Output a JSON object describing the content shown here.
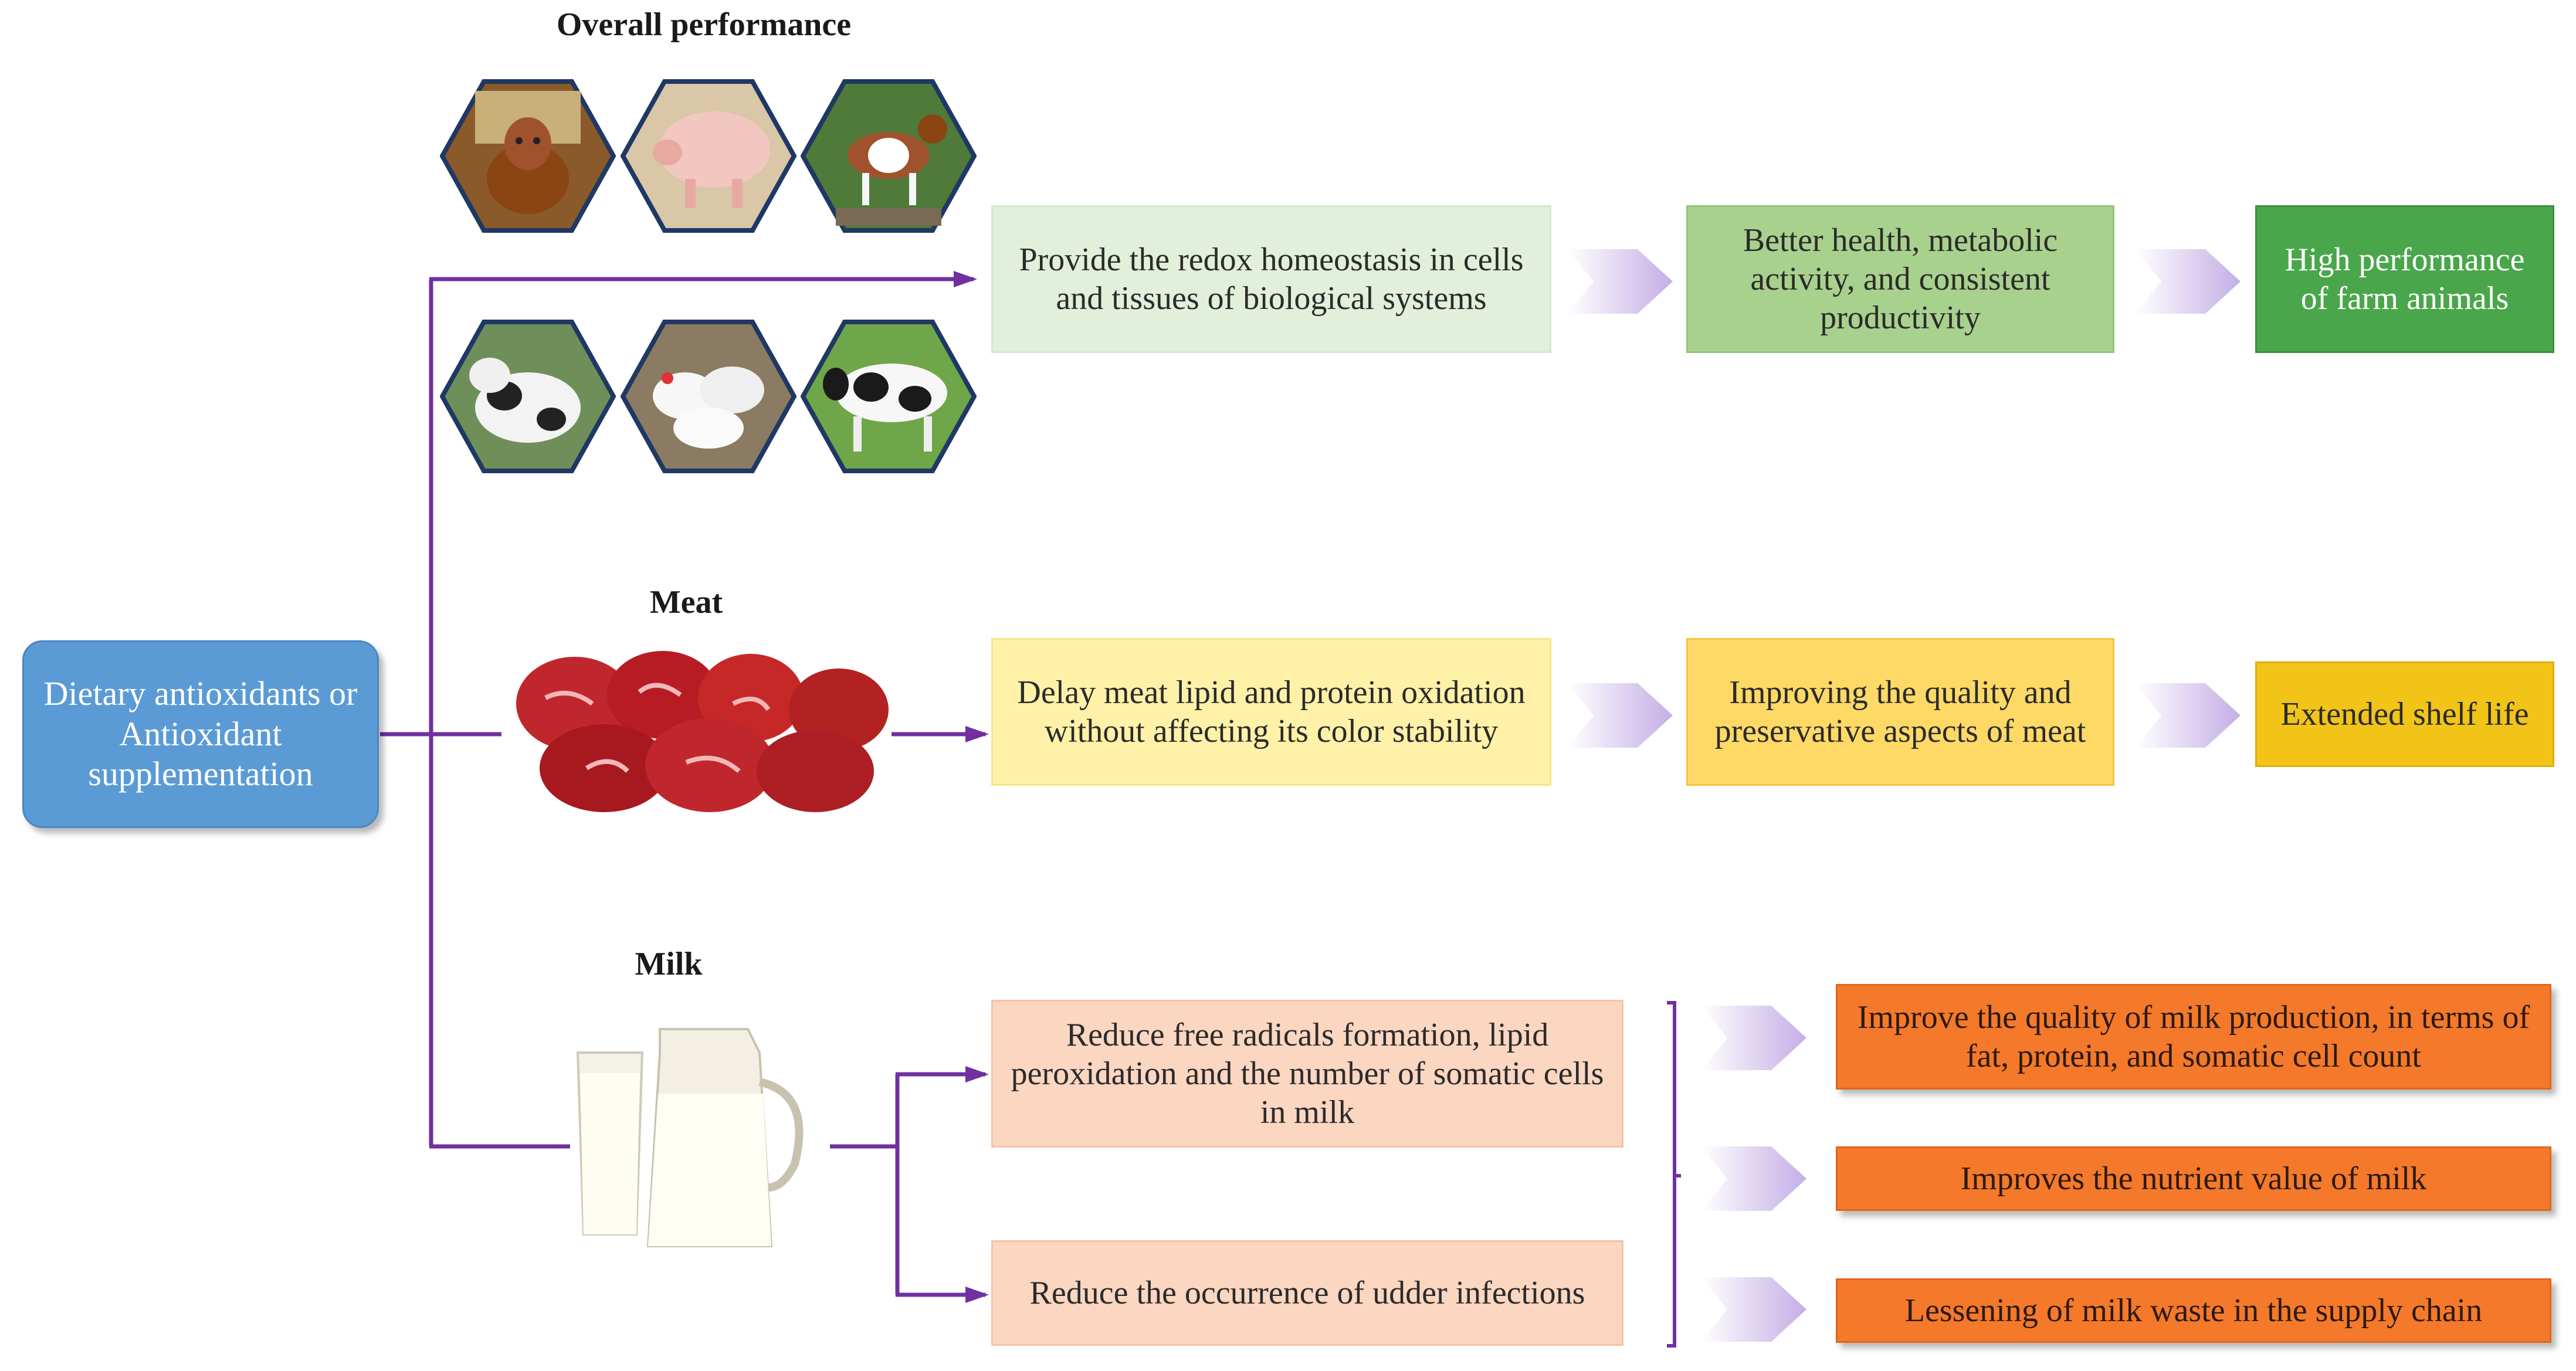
{
  "source": {
    "label": "Dietary antioxidants or Antioxidant supplementation",
    "color": "#5b9bd5"
  },
  "sections": {
    "overall": {
      "heading": "Overall performance",
      "animals": [
        "cow-icon",
        "pig-icon",
        "goat-icon",
        "calf-icon",
        "chicken-icon",
        "dairy-cow-icon"
      ],
      "step1": "Provide the redox homeostasis in cells and tissues of biological systems",
      "step2": "Better health, metabolic activity, and consistent productivity",
      "step3": "High performance of farm animals",
      "colors": [
        "#e2efda",
        "#a9d18e",
        "#4aa64a"
      ]
    },
    "meat": {
      "heading": "Meat",
      "step1": "Delay meat lipid and protein oxidation without affecting its color stability",
      "step2": "Improving the quality and preservative aspects of meat",
      "step3": "Extended shelf life",
      "colors": [
        "#fff2a8",
        "#ffd966",
        "#f2c418"
      ]
    },
    "milk": {
      "heading": "Milk",
      "cause1": "Reduce free radicals formation, lipid peroxidation and the number of somatic cells in milk",
      "cause2": "Reduce the occurrence of udder infections",
      "outcomes": [
        "Improve the quality of milk production, in terms of fat, protein, and somatic cell count",
        "Improves the nutrient value of milk",
        "Lessening of milk waste in the supply chain"
      ],
      "colors": [
        "#fbd6c1",
        "#f4792a"
      ]
    }
  },
  "accent": {
    "arrow": "#7030a0",
    "chevron": "#c9b3e6"
  }
}
